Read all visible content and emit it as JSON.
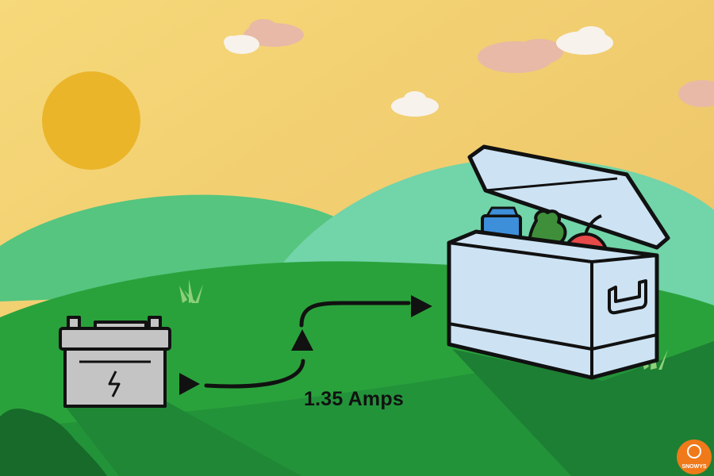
{
  "label": {
    "current": "1.35 Amps"
  },
  "logo": {
    "text": "SNOWYS"
  },
  "colors": {
    "sky_top": "#f6d97a",
    "sky_bottom": "#ecc163",
    "sun": "#ebb52a",
    "cloud_pink": "#e8b9a6",
    "cloud_white": "#f7f2ec",
    "hill_back_left": "#55c57f",
    "hill_back_right": "#72d4a9",
    "grass_main": "#2aa23c",
    "grass_dark": "#1d7f33",
    "battery": "#c4c4c4",
    "cooler": "#cde3f4",
    "logo": "#f07a1a",
    "ink": "#111111"
  },
  "icons": [
    "sun",
    "cloud",
    "battery-icon",
    "lightning-bolt-icon",
    "arrow-icon",
    "cooler-icon",
    "food-items",
    "grass-tuft",
    "snowys-logo"
  ]
}
